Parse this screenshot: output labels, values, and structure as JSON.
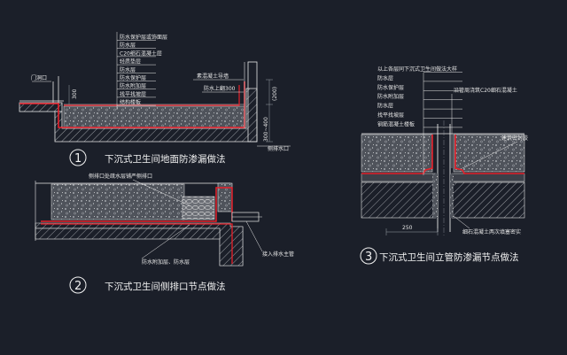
{
  "colors": {
    "background": "#1b1f29",
    "line": "#e8e8e8",
    "membrane": "#e8202a",
    "concrete_fill": "#5b5e66",
    "dim_line": "#9aa0a6"
  },
  "detail1": {
    "number": "1",
    "title": "下沉式卫生间地面防渗漏做法",
    "label_door": "门洞口",
    "dim_300": "300",
    "layers": [
      "防水保护层或饰面层",
      "防水层",
      "C20细石混凝土层",
      "轻质垫层",
      "防水层",
      "防水保护层",
      "防水附加层",
      "找平找坡层",
      "结构楼板"
    ],
    "label_upturn": "素混凝土导墙",
    "label_waterproof_up": "防水上翻300",
    "dim_200": "(200)",
    "dim_range": "300~400",
    "label_drain": "侧排水口"
  },
  "detail2": {
    "number": "2",
    "title": "下沉式卫生间侧排口节点做法",
    "label_top": "侧排口处疏水层铺严侧排口",
    "label_bottom": "防水附加层、防水层",
    "label_pipe": "接入排水主管"
  },
  "detail3": {
    "number": "3",
    "title": "下沉式卫生间立管防渗漏节点做法",
    "layers": [
      "以上各层同下沉式卫生间做法大样",
      "防水层",
      "防水保护层",
      "防水附加层",
      "防水层",
      "找平找坡层",
      "钢筋混凝土楼板"
    ],
    "label_ring": "沿管周浇筑C20细石混凝土",
    "label_seal": "建筑密封胶",
    "label_bottom": "细石混凝土两次填塞密实",
    "dim_250": "250"
  }
}
